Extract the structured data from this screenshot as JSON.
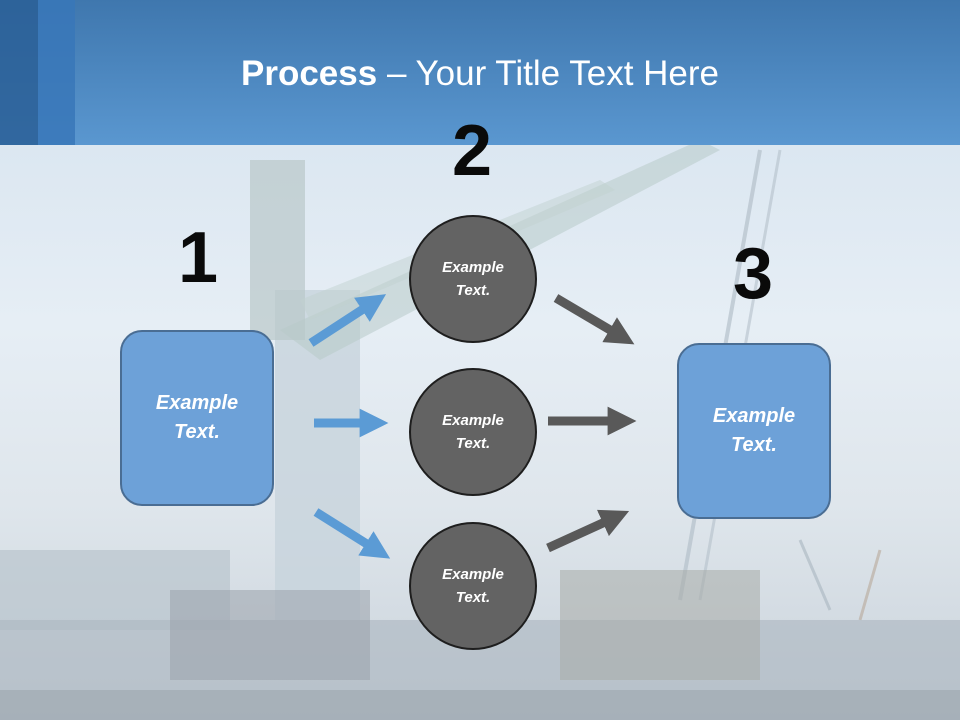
{
  "title": {
    "bold": "Process",
    "rest": " – Your Title Text Here"
  },
  "steps": {
    "one": "1",
    "two": "2",
    "three": "3"
  },
  "left_box": {
    "text": "Example Text."
  },
  "right_box": {
    "text": "Example Text."
  },
  "circles": [
    {
      "text": "Example Text."
    },
    {
      "text": "Example Text."
    },
    {
      "text": "Example Text."
    }
  ],
  "colors": {
    "header": "#4f8cc7",
    "box_fill": "#6da1d8",
    "box_border": "#4a6d93",
    "circle_fill": "#636363",
    "blue_arrow": "#5b9bd5",
    "gray_arrow": "#595959"
  }
}
